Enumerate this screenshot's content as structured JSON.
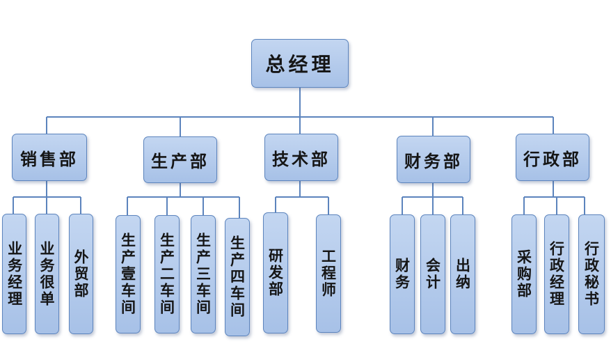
{
  "org": {
    "root": "总经理",
    "departments": [
      {
        "name": "销售部",
        "children": [
          "业务经理",
          "业务很单",
          "外贸部"
        ]
      },
      {
        "name": "生产部",
        "children": [
          "生产壹车间",
          "生产二车间",
          "生产三车间",
          "生产四车间"
        ]
      },
      {
        "name": "技术部",
        "children": [
          "研发部",
          "工程师"
        ]
      },
      {
        "name": "财务部",
        "children": [
          "财务",
          "会计",
          "出纳"
        ]
      },
      {
        "name": "行政部",
        "children": [
          "采购部",
          "行政经理",
          "行政秘书"
        ]
      }
    ]
  },
  "colors": {
    "box_fill": "#b3cbee",
    "box_border": "#5c84bd",
    "line": "#5c84bd"
  }
}
